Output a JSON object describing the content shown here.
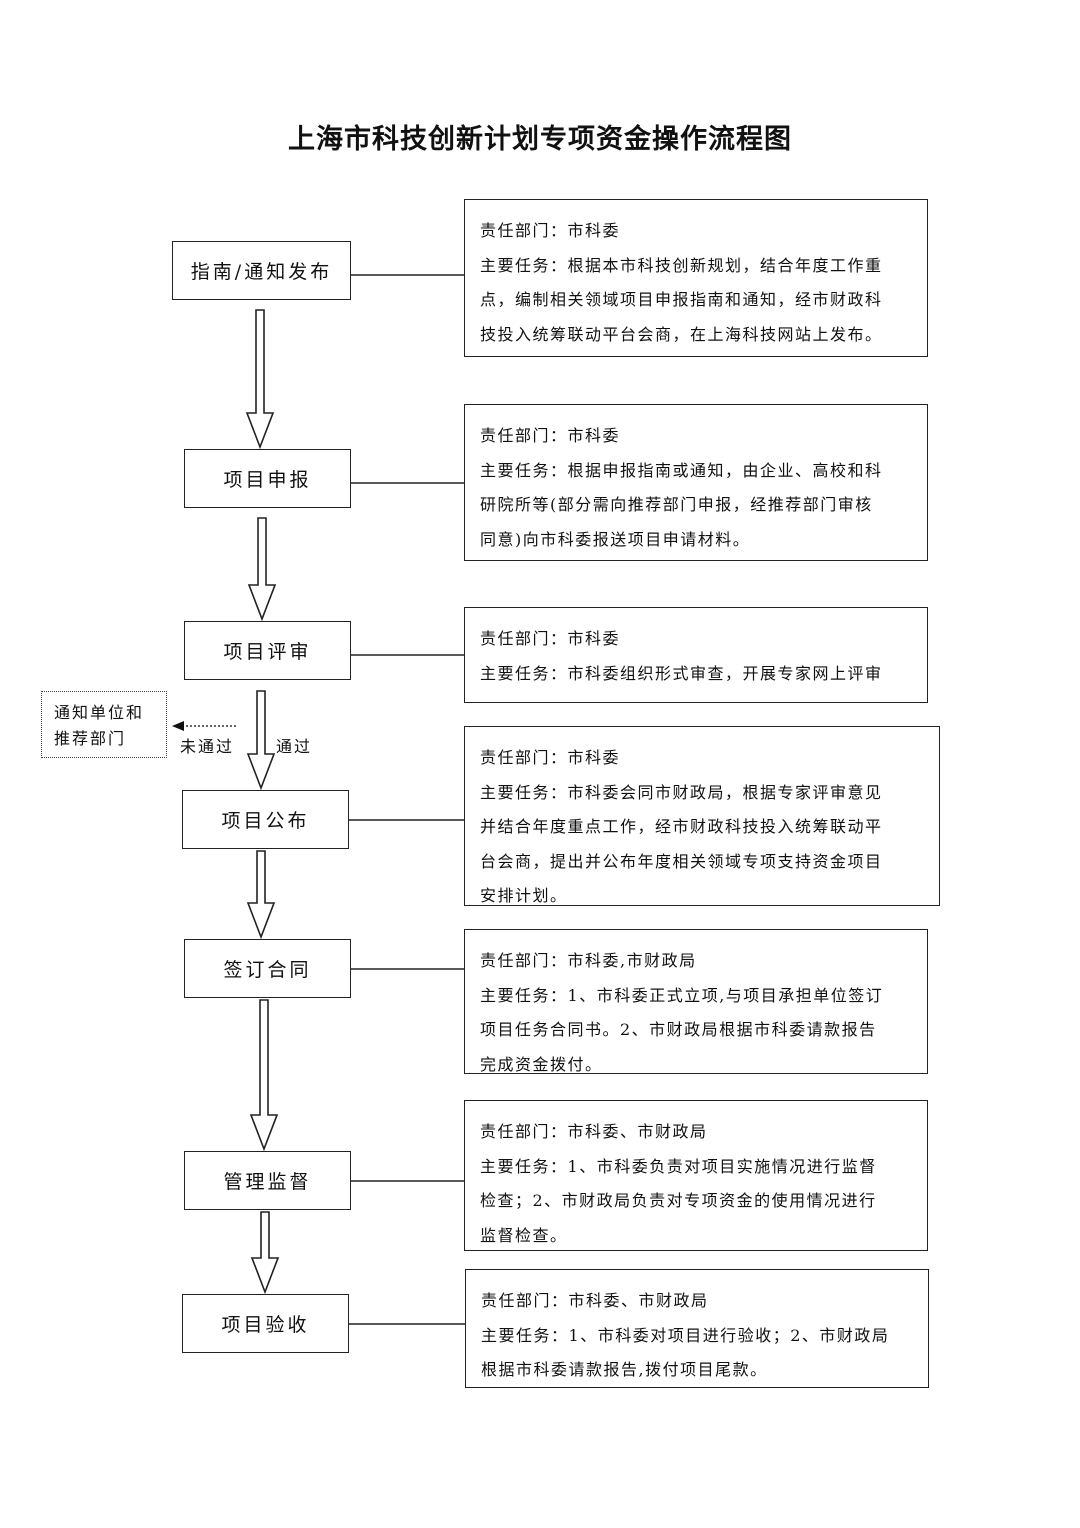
{
  "title": "上海市科技创新计划专项资金操作流程图",
  "steps": [
    {
      "label": "指南/通知发布",
      "dept_label": "责任部门：",
      "dept": "市科委",
      "task_label": "主要任务：",
      "task_lines": [
        "根据本市科技创新规划，结合年度工作重",
        "点，编制相关领域项目申报指南和通知，经市财政科",
        "技投入统筹联动平台会商，在上海科技网站上发布。"
      ]
    },
    {
      "label": "项目申报",
      "dept_label": "责任部门：",
      "dept": "市科委",
      "task_label": "主要任务：",
      "task_lines": [
        "根据申报指南或通知，由企业、高校和科",
        "研院所等(部分需向推荐部门申报，经推荐部门审核",
        "同意)向市科委报送项目申请材料。"
      ]
    },
    {
      "label": "项目评审",
      "dept_label": "责任部门：",
      "dept": "市科委",
      "task_label": "主要任务：",
      "task_lines": [
        "市科委组织形式审查，开展专家网上评审"
      ]
    },
    {
      "label": "项目公布",
      "dept_label": "责任部门：",
      "dept": "市科委",
      "task_label": "主要任务：",
      "task_lines": [
        "市科委会同市财政局，根据专家评审意见",
        "并结合年度重点工作，经市财政科技投入统筹联动平",
        "台会商，提出并公布年度相关领域专项支持资金项目",
        "安排计划。"
      ]
    },
    {
      "label": "签订合同",
      "dept_label": "责任部门：",
      "dept": "市科委,市财政局",
      "task_label": "主要任务：",
      "task_lines": [
        "1、市科委正式立项,与项目承担单位签订",
        "项目任务合同书。2、市财政局根据市科委请款报告",
        "完成资金拨付。"
      ]
    },
    {
      "label": "管理监督",
      "dept_label": "责任部门：",
      "dept": "市科委、市财政局",
      "task_label": "主要任务：",
      "task_lines": [
        "1、市科委负责对项目实施情况进行监督",
        "检查；2、市财政局负责对专项资金的使用情况进行",
        "监督检查。"
      ]
    },
    {
      "label": "项目验收",
      "dept_label": "责任部门：",
      "dept": "市科委、市财政局",
      "task_label": "主要任务：",
      "task_lines": [
        "1、市科委对项目进行验收；2、市财政局",
        "根据市科委请款报告,拨付项目尾款。"
      ]
    }
  ],
  "notify_box": {
    "lines": [
      "通知单位和",
      "推荐部门"
    ]
  },
  "fail_label": "未通过",
  "pass_label": "通过"
}
